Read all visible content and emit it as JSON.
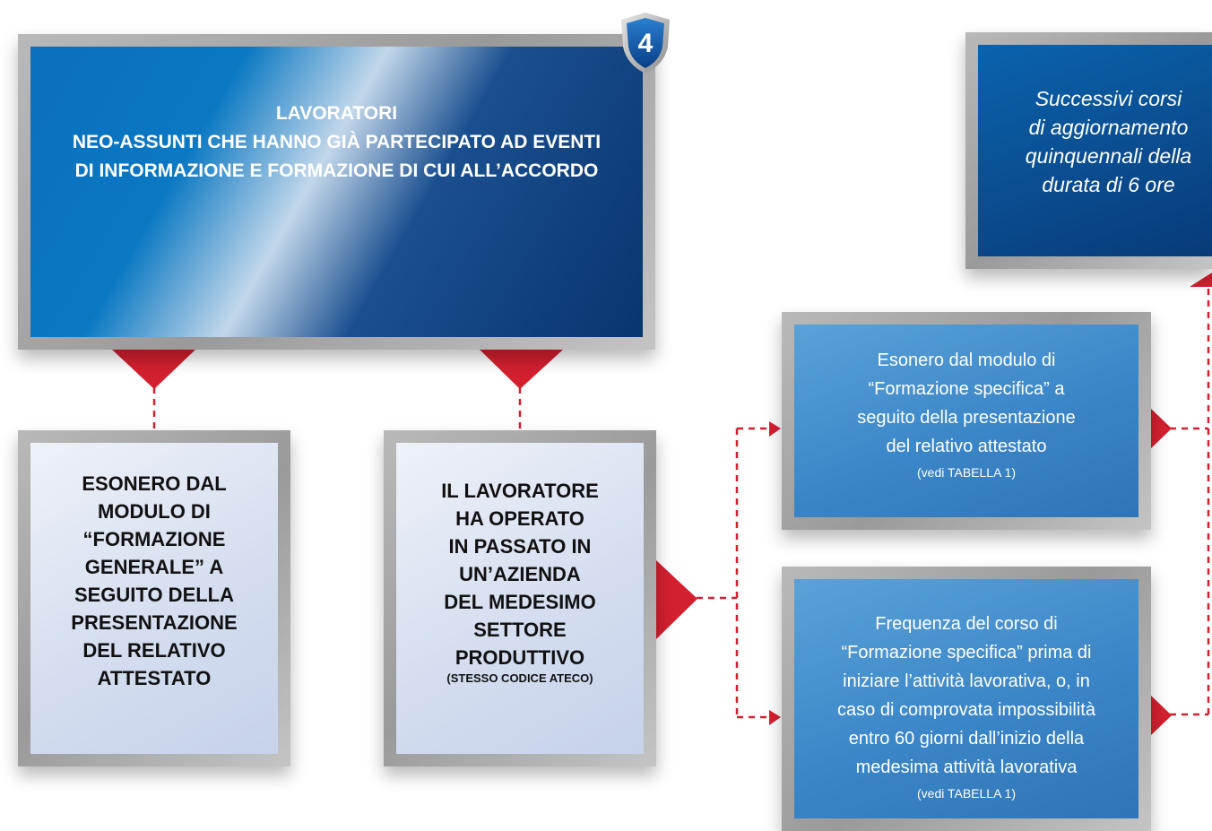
{
  "badge": {
    "number": "4"
  },
  "main_box": {
    "lines": [
      "LAVORATORI",
      "NEO-ASSUNTI CHE HANNO GIÀ PARTECIPATO AD EVENTI",
      "DI INFORMAZIONE E FORMAZIONE DI CUI ALL’ACCORDO"
    ]
  },
  "left_box": {
    "lines": [
      "ESONERO DAL",
      "MODULO DI",
      "“FORMAZIONE",
      "GENERALE” A",
      "SEGUITO DELLA",
      "PRESENTAZIONE",
      "DEL RELATIVO",
      "ATTESTATO"
    ]
  },
  "middle_box": {
    "lines": [
      "IL LAVORATORE",
      "HA OPERATO",
      "IN PASSATO IN",
      "UN’AZIENDA",
      "DEL MEDESIMO",
      "SETTORE",
      "PRODUTTIVO"
    ],
    "note": "(STESSO CODICE ATECO)"
  },
  "upper_right_box": {
    "lines": [
      "Esonero dal modulo di",
      "“Formazione specifica” a",
      "seguito della presentazione",
      "del relativo attestato"
    ],
    "note": "(vedi TABELLA 1)"
  },
  "lower_right_box": {
    "lines": [
      "Frequenza del corso di",
      "“Formazione specifica” prima di",
      "iniziare l’attività lavorativa, o, in",
      "caso di comprovata impossibilità",
      "entro 60 giorni dall’inizio della",
      "medesima attività lavorativa"
    ],
    "note": "(vedi TABELLA 1)"
  },
  "top_right_box": {
    "lines": [
      "Successivi corsi",
      "di aggiornamento",
      "quinquennali della",
      "durata di 6 ore"
    ]
  },
  "colors": {
    "arrow_red": "#d3202f",
    "dark_blue": "#08356f",
    "mid_blue": "#3b86c8",
    "light_panel": "#d5def0"
  }
}
